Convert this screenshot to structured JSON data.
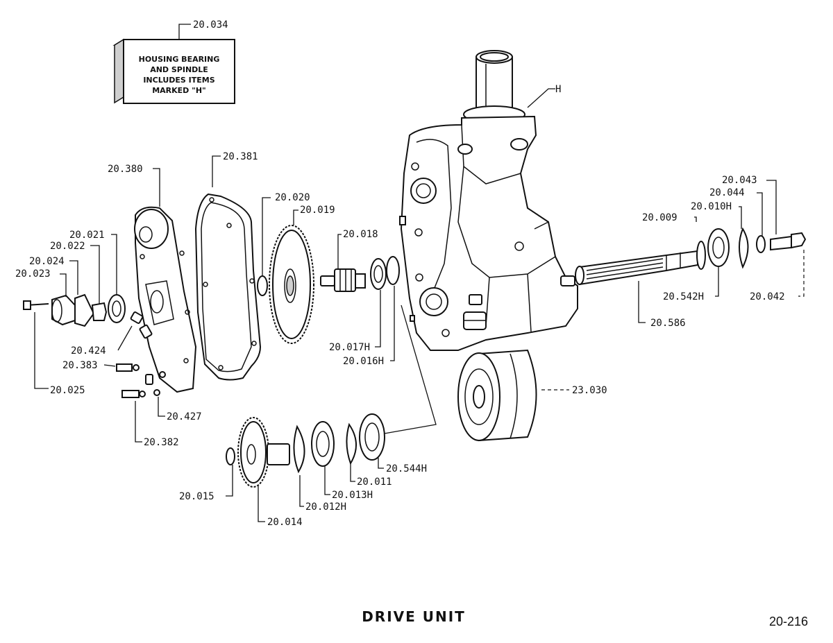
{
  "diagram": {
    "title": "DRIVE UNIT",
    "page_number": "20-216",
    "note_lines": [
      "HOUSING BEARING",
      "AND SPINDLE",
      "INCLUDES ITEMS",
      "MARKED \"H\""
    ],
    "parts": {
      "p20_034": "20.034",
      "h": "H",
      "p20_381": "20.381",
      "p20_380": "20.380",
      "p20_020": "20.020",
      "p20_019": "20.019",
      "p20_018": "20.018",
      "p20_021": "20.021",
      "p20_022": "20.022",
      "p20_024": "20.024",
      "p20_023": "20.023",
      "p20_424": "20.424",
      "p20_383": "20.383",
      "p20_025": "20.025",
      "p20_427": "20.427",
      "p20_382": "20.382",
      "p20_017h": "20.017H",
      "p20_016h": "20.016H",
      "p20_043": "20.043",
      "p20_044": "20.044",
      "p20_010h": "20.010H",
      "p20_009": "20.009",
      "p20_542h": "20.542H",
      "p20_042": "20.042",
      "p20_586": "20.586",
      "p23_030": "23.030",
      "p20_544h": "20.544H",
      "p20_011": "20.011",
      "p20_013h": "20.013H",
      "p20_012h": "20.012H",
      "p20_015": "20.015",
      "p20_014": "20.014"
    }
  }
}
